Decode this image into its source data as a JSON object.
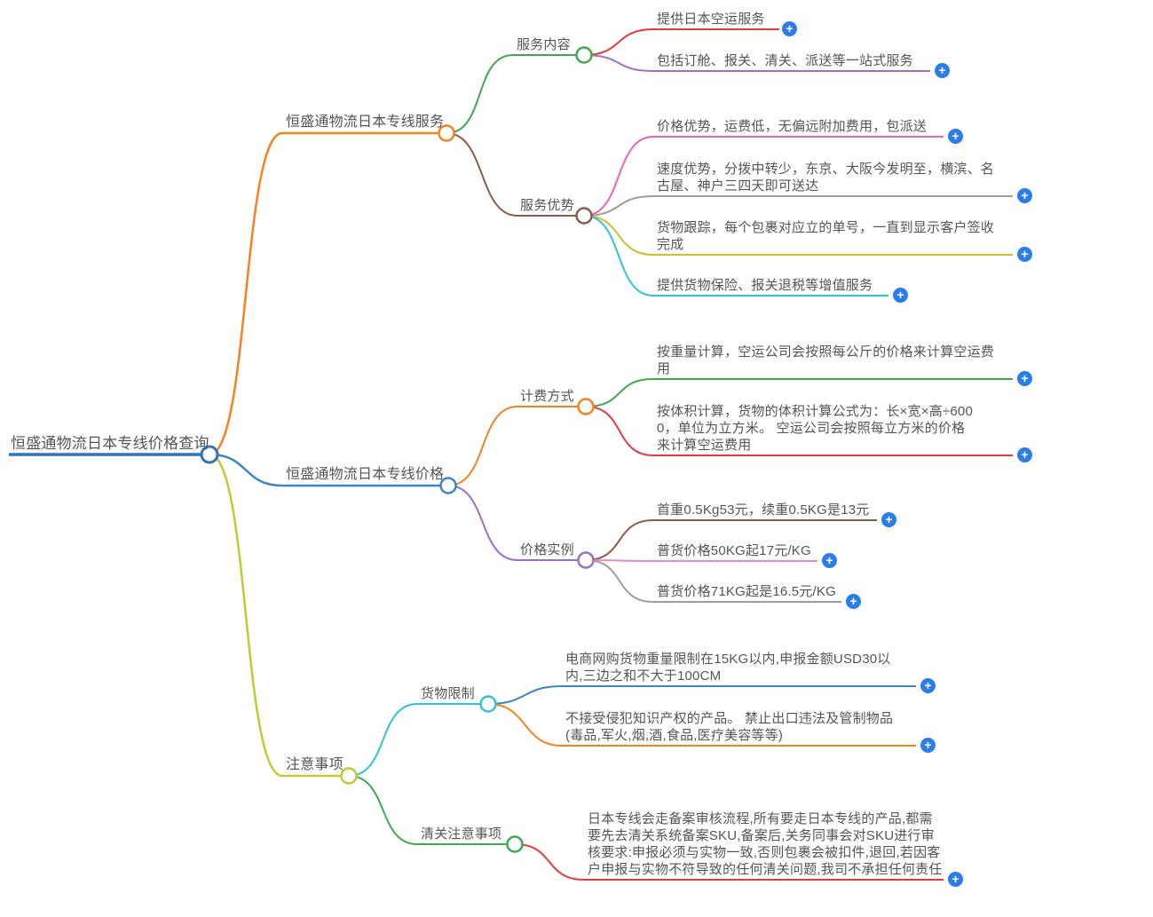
{
  "page": {
    "background": "#ffffff"
  },
  "icons": {
    "expand_glyph": "+"
  },
  "colors": {
    "text": "#555555",
    "root_blue": "#2e75b6",
    "steel_blue": "#3c85c6",
    "orange": "#f5821f",
    "olive": "#c2ca32",
    "green": "#3cab4e",
    "brown": "#8d5b4c",
    "red": "#e03c3c",
    "purple": "#9b6ec8",
    "magenta": "#ec64b4",
    "pink": "#ee8ab8",
    "gray": "#9e9e9e",
    "dark_yellow": "#cdbf2d",
    "cyan": "#30c3d6",
    "expand_bg": "#2b7de9",
    "node_fill": "#ffffff"
  },
  "nodes": {
    "root": {
      "label": "恒盛通物流日本专线价格查询"
    },
    "service": {
      "label": "恒盛通物流日本专线服务"
    },
    "service_content": {
      "label": "服务内容"
    },
    "service_content_air": {
      "label": "提供日本空运服务"
    },
    "service_content_onestop": {
      "label": "包括订舱、报关、清关、派送等一站式服务"
    },
    "service_adv": {
      "label": "服务优势"
    },
    "adv_price": {
      "label": "价格优势，运费低，无偏远附加费用，包派送"
    },
    "adv_speed": {
      "label": "速度优势，分拨中转少，东京、大阪今发明至，横滨、名古屋、神户三四天即可送达"
    },
    "adv_tracking": {
      "label": "货物跟踪，每个包裹对应立的单号，一直到显示客户签收完成"
    },
    "adv_insurance": {
      "label": "提供货物保险、报关退税等增值服务"
    },
    "price": {
      "label": "恒盛通物流日本专线价格"
    },
    "billing": {
      "label": "计费方式"
    },
    "billing_weight": {
      "label": "按重量计算，空运公司会按照每公斤的价格来计算空运费用"
    },
    "billing_volume": {
      "label": "按体积计算，货物的体积计算公式为：长×宽×高÷6000，单位为立方米。 空运公司会按照每立方米的价格来计算空运费用"
    },
    "examples": {
      "label": "价格实例"
    },
    "example_first": {
      "label": "首重0.5Kg53元，续重0.5KG是13元"
    },
    "example_50kg": {
      "label": "普货价格50KG起17元/KG"
    },
    "example_71kg": {
      "label": "普货价格71KG起是16.5元/KG"
    },
    "notes": {
      "label": "注意事项"
    },
    "cargo_limit": {
      "label": "货物限制"
    },
    "limit_weight": {
      "label": "电商网购货物重量限制在15KG以内,申报金额USD30以内,三边之和不大于100CM"
    },
    "limit_prohibited": {
      "label": "不接受侵犯知识产权的产品。 禁止出口违法及管制物品(毒品,军火,烟,酒,食品,医疗美容等等)"
    },
    "customs": {
      "label": "清关注意事项"
    },
    "customs_detail": {
      "label": "日本专线会走备案审核流程,所有要走日本专线的产品,都需要先去清关系统备案SKU,备案后,关务同事会对SKU进行审核要求:申报必须与实物一致,否则包裹会被扣件,退回,若因客户申报与实物不符导致的任何清关问题,我司不承担任何责任"
    }
  }
}
